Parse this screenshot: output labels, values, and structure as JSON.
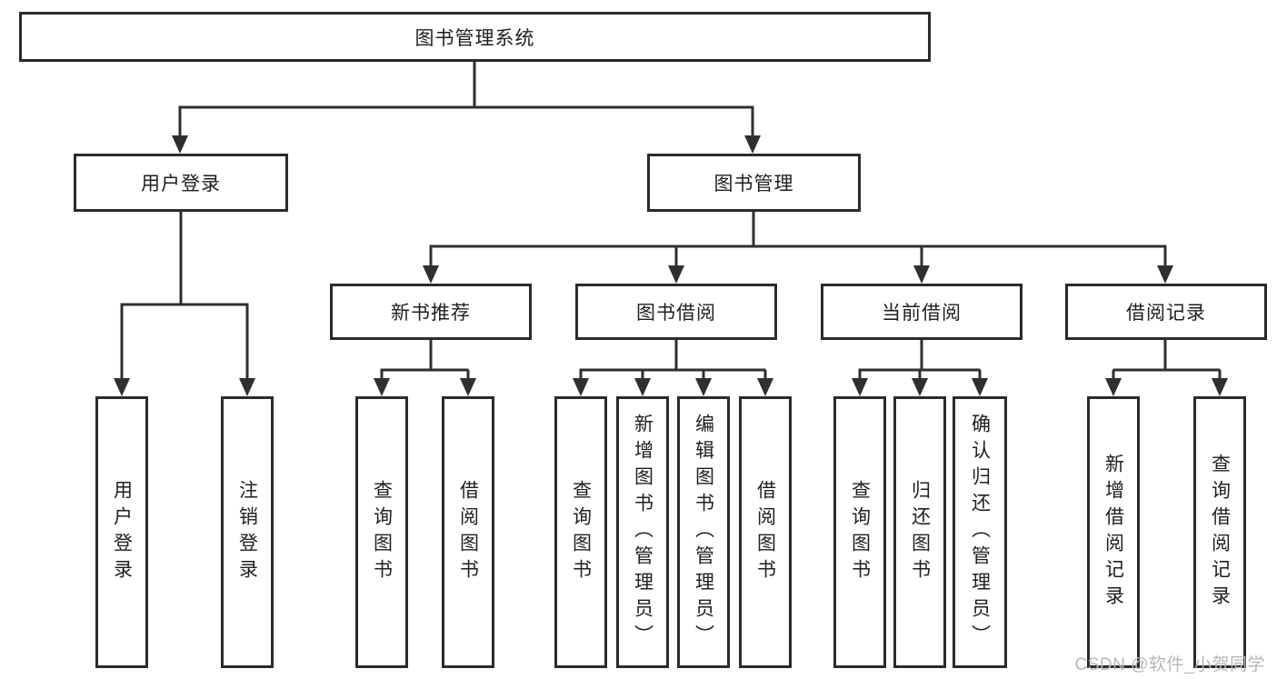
{
  "colors": {
    "line": "#2f2f2f",
    "box_border": "#2b2b2b",
    "text": "#1f1f1f",
    "watermark": "#b7b7b7",
    "background": "#ffffff"
  },
  "tree": {
    "root": {
      "label": "图书管理系统"
    },
    "branches": [
      {
        "label": "用户登录",
        "children_labels": [
          "用户登录",
          "注销登录"
        ]
      },
      {
        "label": "图书管理",
        "children": [
          {
            "label": "新书推荐",
            "children_labels": [
              "查询图书",
              "借阅图书"
            ]
          },
          {
            "label": "图书借阅",
            "children_labels": [
              "查询图书",
              "新增图书（管理员）",
              "编辑图书（管理员）",
              "借阅图书"
            ]
          },
          {
            "label": "当前借阅",
            "children_labels": [
              "查询图书",
              "归还图书",
              "确认归还（管理员）"
            ]
          },
          {
            "label": "借阅记录",
            "children_labels": [
              "新增借阅记录",
              "查询借阅记录"
            ]
          }
        ]
      }
    ]
  },
  "watermark": {
    "text": "CSDN @软件_小贺同学"
  }
}
